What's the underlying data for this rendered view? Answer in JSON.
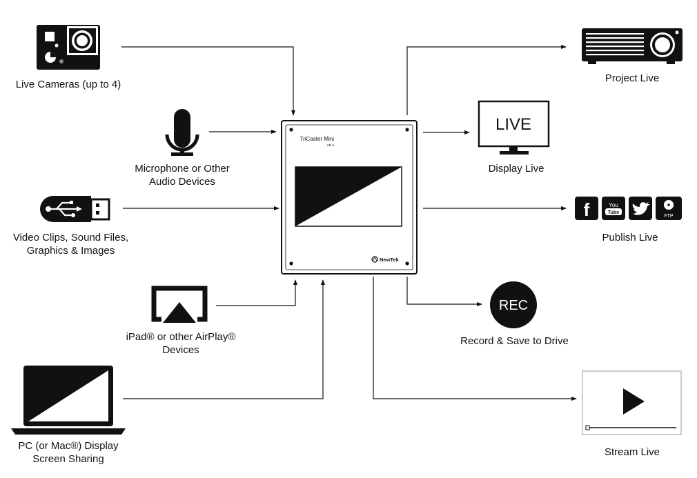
{
  "inputs": {
    "cameras": {
      "lines": [
        "Live Cameras (up to 4)"
      ]
    },
    "microphone": {
      "lines": [
        "Microphone or Other",
        "Audio Devices"
      ]
    },
    "usb": {
      "lines": [
        "Video Clips, Sound Files,",
        "Graphics & Images"
      ]
    },
    "airplay": {
      "lines": [
        "iPad® or other AirPlay®",
        "Devices"
      ]
    },
    "laptop": {
      "lines": [
        "PC (or Mac®) Display",
        "Screen Sharing"
      ]
    }
  },
  "outputs": {
    "projector": {
      "lines": [
        "Project Live"
      ]
    },
    "display": {
      "lines": [
        "Display Live"
      ],
      "screen_text": "LIVE"
    },
    "publish": {
      "lines": [
        "Publish Live"
      ],
      "services": [
        "f",
        "You",
        "Tube",
        "FTP"
      ]
    },
    "record": {
      "lines": [
        "Record & Save to Drive"
      ],
      "badge_text": "REC"
    },
    "stream": {
      "lines": [
        "Stream Live"
      ]
    }
  },
  "device": {
    "name": "TriCaster Mini",
    "model": "HD-4",
    "brand": "NewTek"
  }
}
